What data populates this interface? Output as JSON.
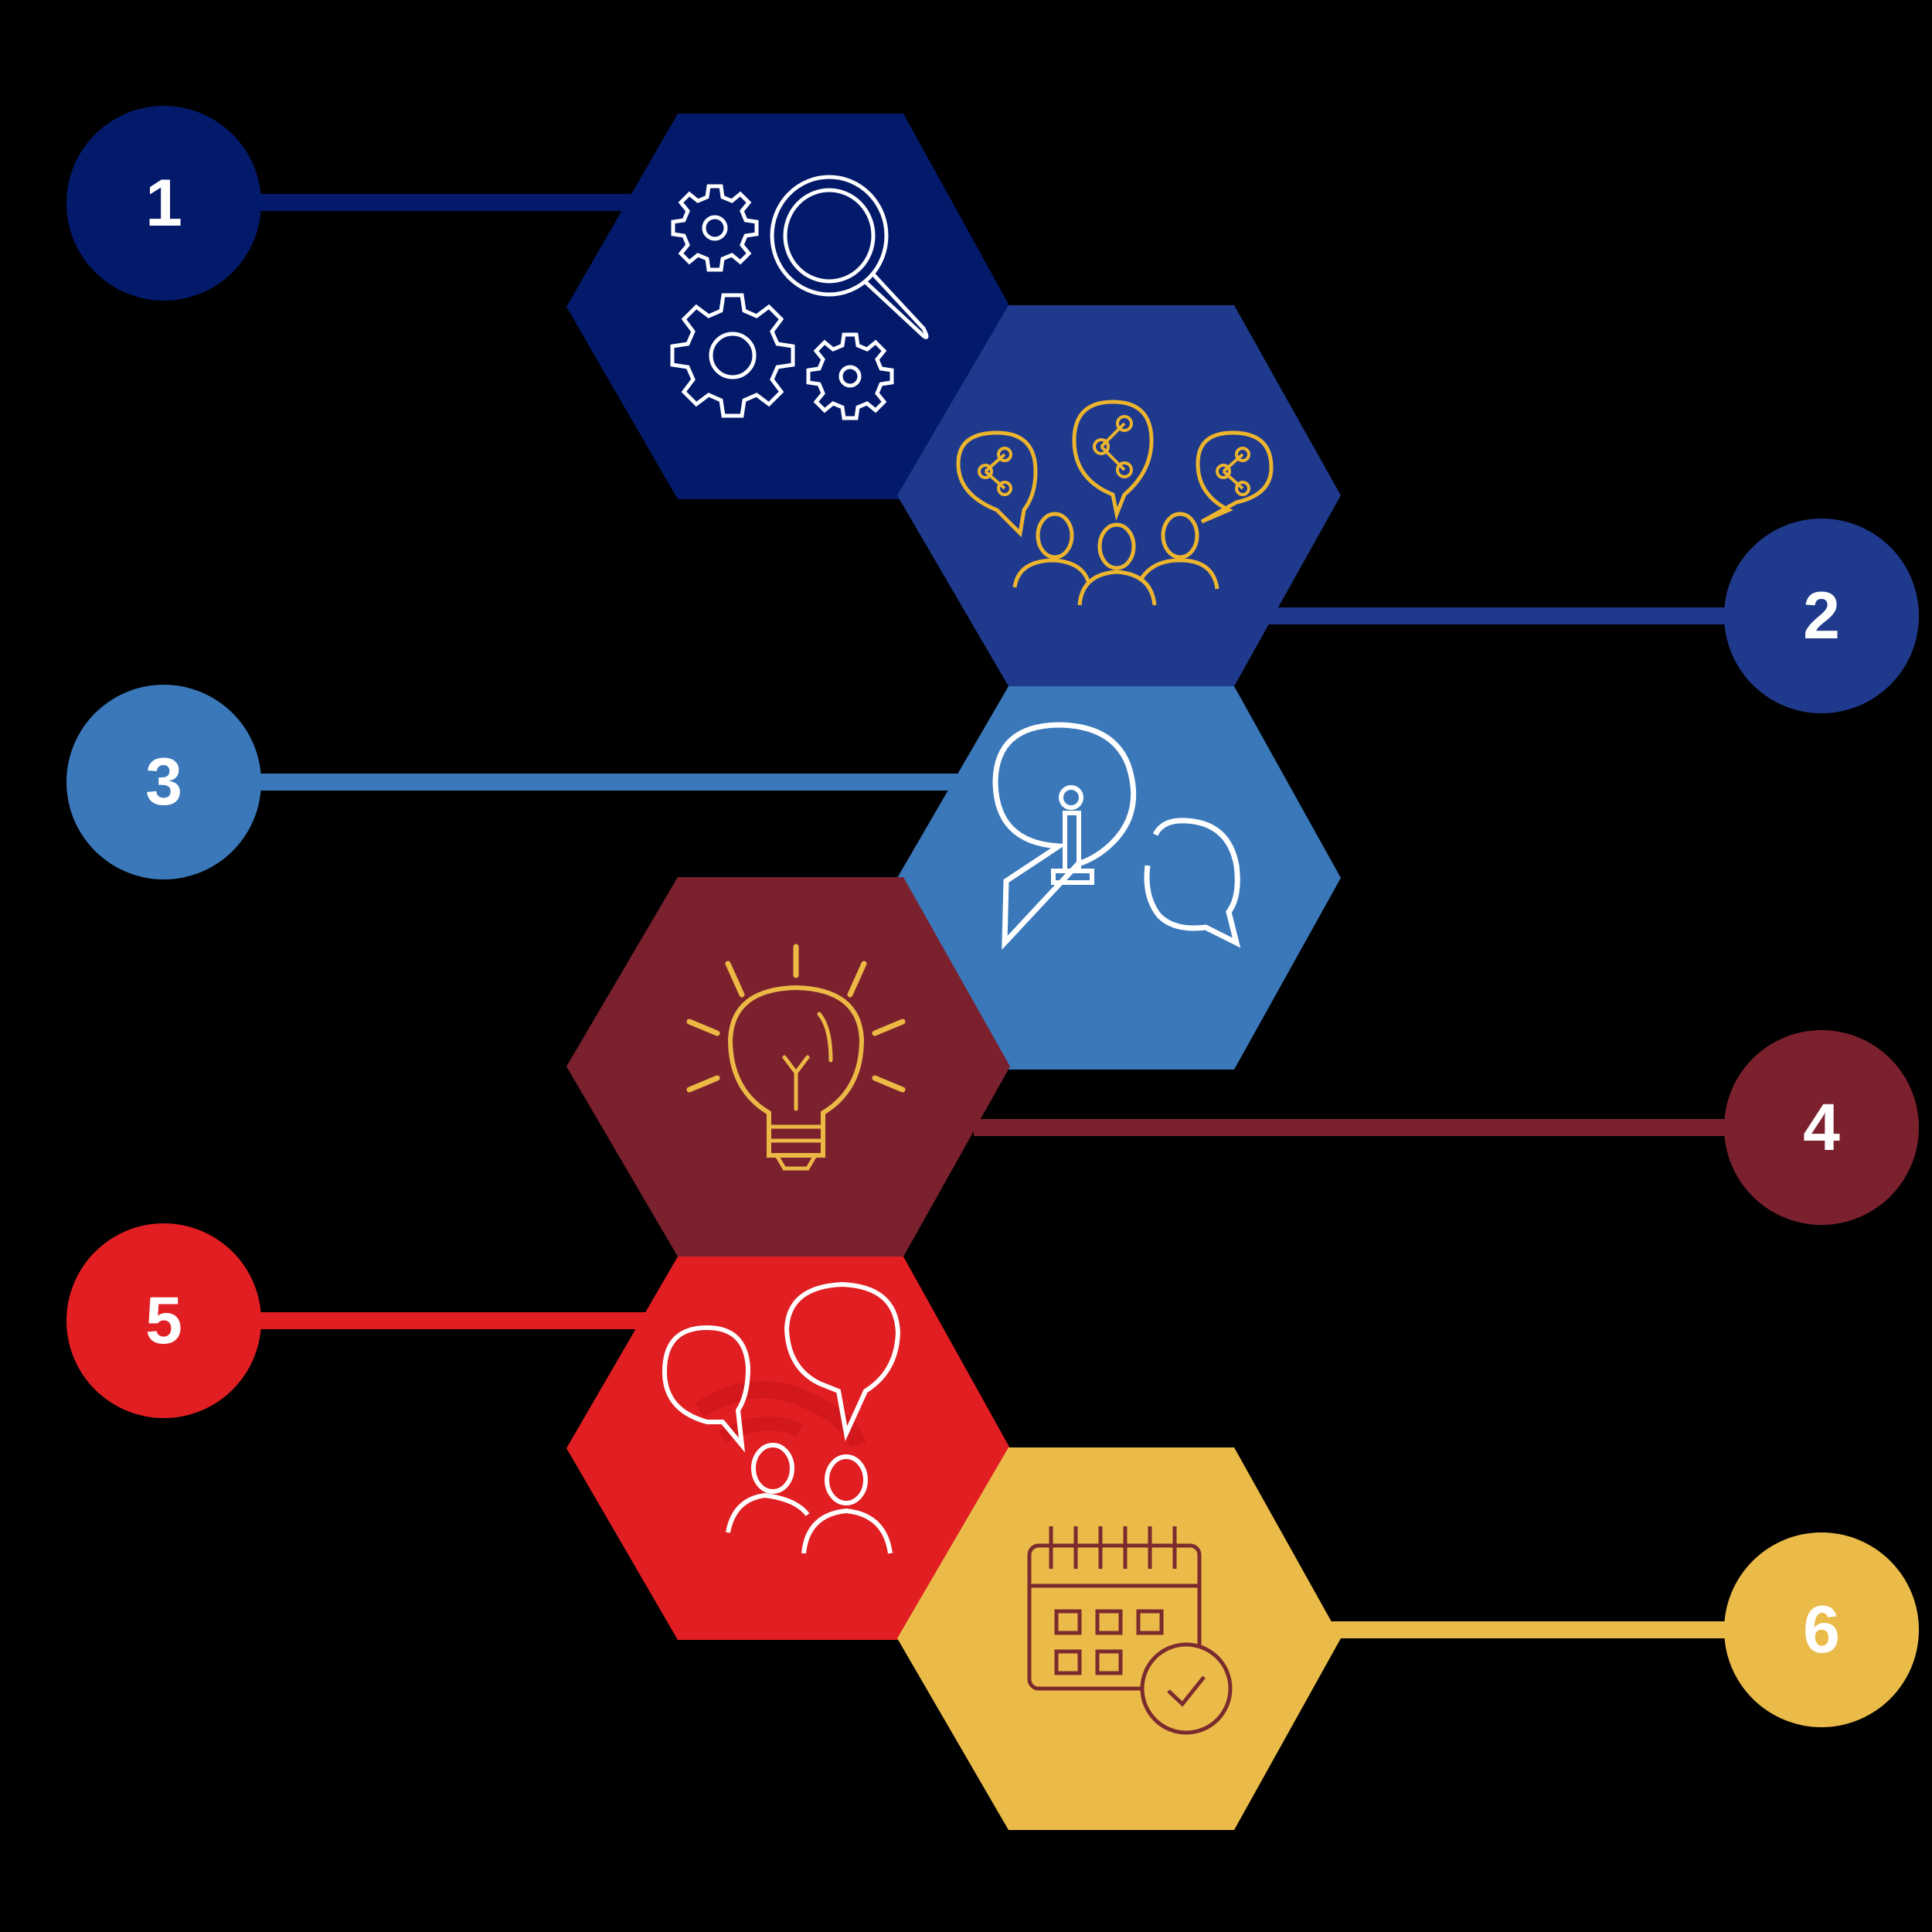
{
  "diagram": {
    "type": "hexagon-process-steps",
    "steps": [
      {
        "number": "1",
        "color": "#031A6B",
        "icon": "gears-magnifier-icon",
        "icon_color": "#FFFFFF",
        "side": "left"
      },
      {
        "number": "2",
        "color": "#1F3A8C",
        "icon": "people-sharing-icon",
        "icon_color": "#EDB52E",
        "side": "right"
      },
      {
        "number": "3",
        "color": "#3A78BA",
        "icon": "info-chat-icon",
        "icon_color": "#FFFFFF",
        "side": "left"
      },
      {
        "number": "4",
        "color": "#7B212E",
        "icon": "lightbulb-icon",
        "icon_color": "#EDB945",
        "side": "right"
      },
      {
        "number": "5",
        "color": "#E11E22",
        "icon": "people-conversation-icon",
        "icon_color": "#FFFFFF",
        "side": "left"
      },
      {
        "number": "6",
        "color": "#EBBB4A",
        "icon": "calendar-check-icon",
        "icon_color": "#7B2A2E",
        "side": "right"
      }
    ]
  }
}
